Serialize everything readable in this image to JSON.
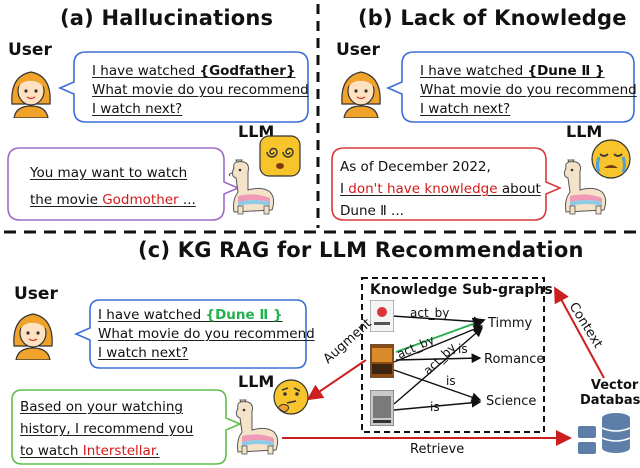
{
  "panel_a": {
    "title": "(a) Hallucinations",
    "user_label": "User",
    "llm_label": "LLM",
    "query": [
      "I have watched ",
      "{Godfather}",
      "What movie do you recommend",
      "I watch next?"
    ],
    "answer": [
      "You may want to watch",
      "the movie ",
      "Godmother",
      " ..."
    ]
  },
  "panel_b": {
    "title": "(b) Lack of Knowledge",
    "user_label": "User",
    "llm_label": "LLM",
    "query": [
      "I have watched ",
      "{Dune Ⅱ }",
      "What movie do you recommend",
      "I watch next?"
    ],
    "answer": [
      "As of December 2022,",
      "I ",
      "don't have knowledge",
      " about",
      "Dune Ⅱ ..."
    ]
  },
  "panel_c": {
    "title": "(c) KG RAG for LLM Recommendation",
    "user_label": "User",
    "llm_label": "LLM",
    "query": [
      "I have watched ",
      "{Dune Ⅱ }",
      "What movie do you recommend",
      "I watch next?"
    ],
    "answer": [
      "Based on  your watching",
      "history, I recommend you",
      "to watch ",
      "Interstellar",
      "."
    ],
    "kg_title": "Knowledge Sub-graphs",
    "edges": [
      "act_by",
      "act_by",
      "act_by",
      "is",
      "is",
      "is"
    ],
    "nodes": [
      "Timmy",
      "Romance",
      "Science"
    ],
    "augment_label": "Augment",
    "context_label": "Context",
    "retrieve_label": "Retrieve",
    "db_label": [
      "Vector",
      "Database"
    ]
  },
  "colors": {
    "bubble_blue": "#3b6fd6",
    "bubble_red": "#d83a3a",
    "bubble_purple": "#9b6cc8",
    "bubble_green": "#5fbf4a",
    "arrow_red": "#cc1f1f",
    "highlight_red": "#d21a1a",
    "highlight_green": "#22b14c"
  },
  "icons": [
    "user-avatar-icon",
    "llama-icon",
    "dizzy-face-icon",
    "crying-face-icon",
    "thinking-face-icon",
    "database-icon",
    "movie-poster-icon"
  ]
}
